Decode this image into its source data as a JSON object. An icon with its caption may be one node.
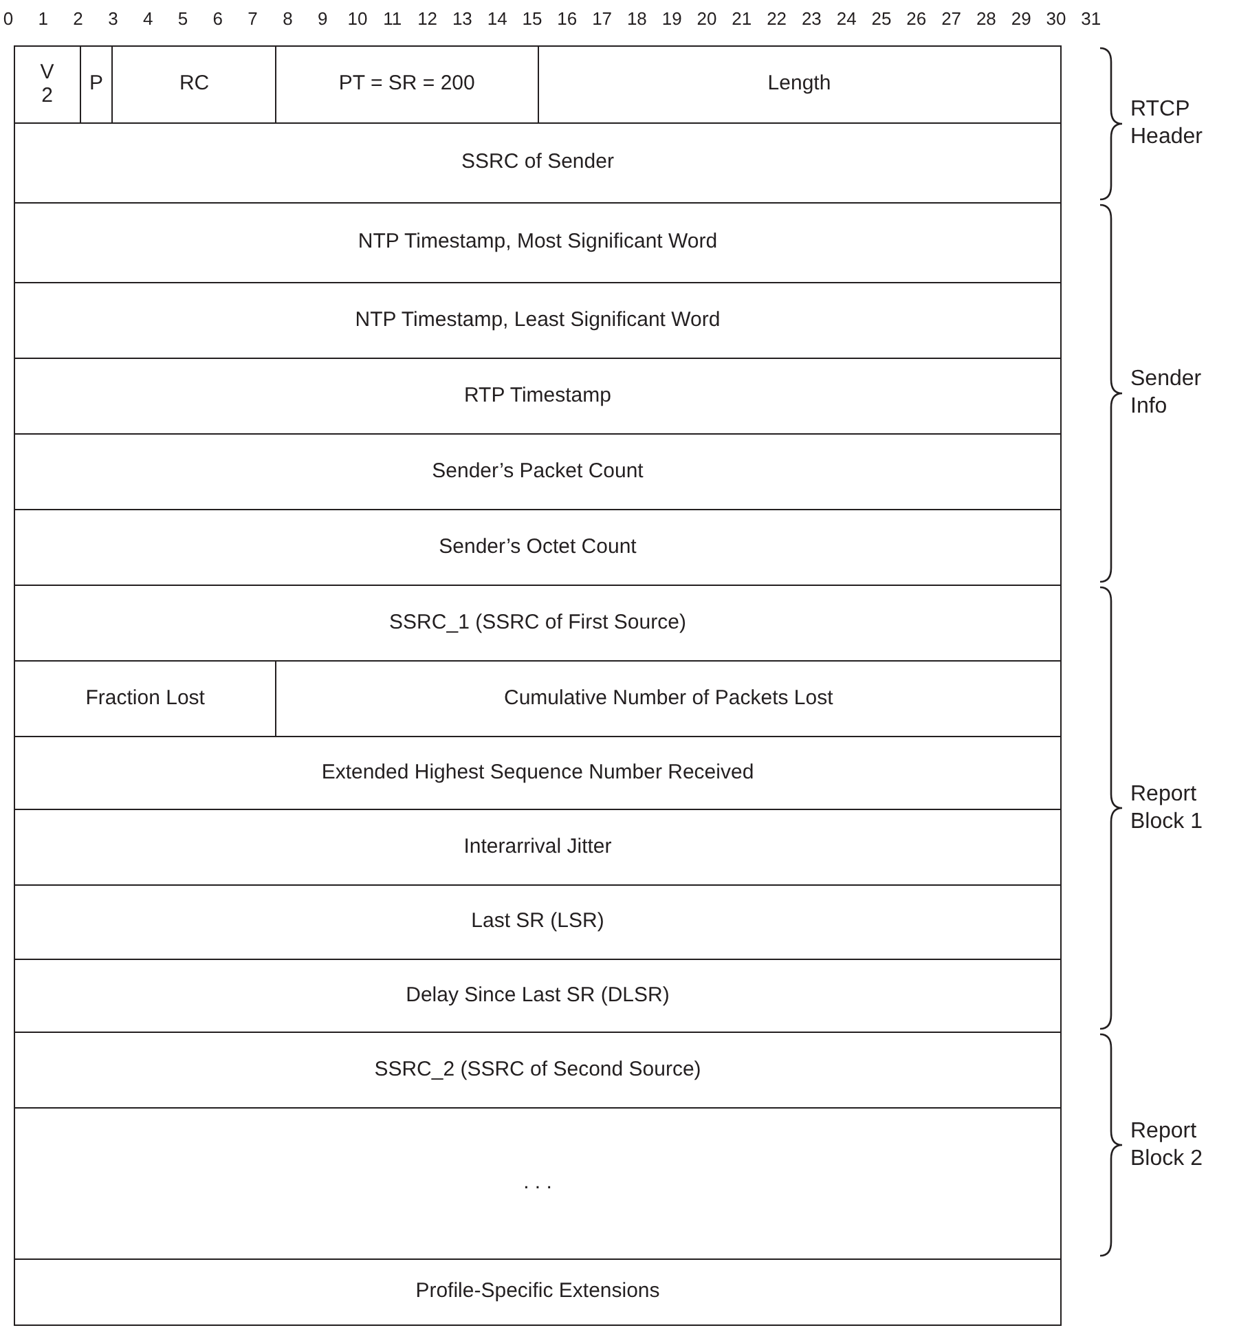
{
  "diagram": {
    "nodes": [
      {
        "text": [
          "V 2"
        ]
      },
      {
        "text": [
          "P"
        ]
      },
      {
        "text": [
          "RC"
        ]
      },
      {
        "text": [
          "PT = SR = 200"
        ]
      },
      {
        "text": [
          "Length"
        ]
      },
      {
        "text": [
          "SSRC of Sender"
        ]
      },
      {
        "text": [
          "NTP Timestamp, Most Significant Word"
        ]
      },
      {
        "text": [
          "NTP Timestamp, Least Significant Word"
        ]
      },
      {
        "text": [
          "RTP Timestamp"
        ]
      },
      {
        "text": [
          "Sender’s Packet Count"
        ]
      },
      {
        "text": [
          "Sender’s Octet Count"
        ]
      },
      {
        "text": [
          "SSRC_1 (SSRC of First Source)"
        ]
      },
      {
        "text": [
          "Fraction Lost"
        ]
      },
      {
        "text": [
          "Cumulative Number of Packets Lost"
        ]
      },
      {
        "text": [
          "Extended Highest Sequence Number Received"
        ]
      },
      {
        "text": [
          "Interarrival Jitter"
        ]
      },
      {
        "text": [
          "Last SR (LSR)"
        ]
      },
      {
        "text": [
          "Delay Since Last SR (DLSR)"
        ]
      },
      {
        "text": [
          "SSRC_2 (SSRC of Second Source)"
        ]
      },
      {
        "text": [
          ". . ."
        ]
      },
      {
        "text": [
          "Profile-Specific Extensions"
        ]
      }
    ],
    "labels": [
      "0",
      "1",
      "2",
      "3",
      "4",
      "5",
      "6",
      "7",
      "8",
      "9",
      "10",
      "11",
      "12",
      "13",
      "14",
      "15",
      "16",
      "17",
      "18",
      "19",
      "20",
      "21",
      "22",
      "23",
      "24",
      "25",
      "26",
      "27",
      "28",
      "29",
      "30",
      "31",
      "RTCP Header",
      "Sender Info",
      "Report Block 1",
      "Report Block 2"
    ]
  }
}
